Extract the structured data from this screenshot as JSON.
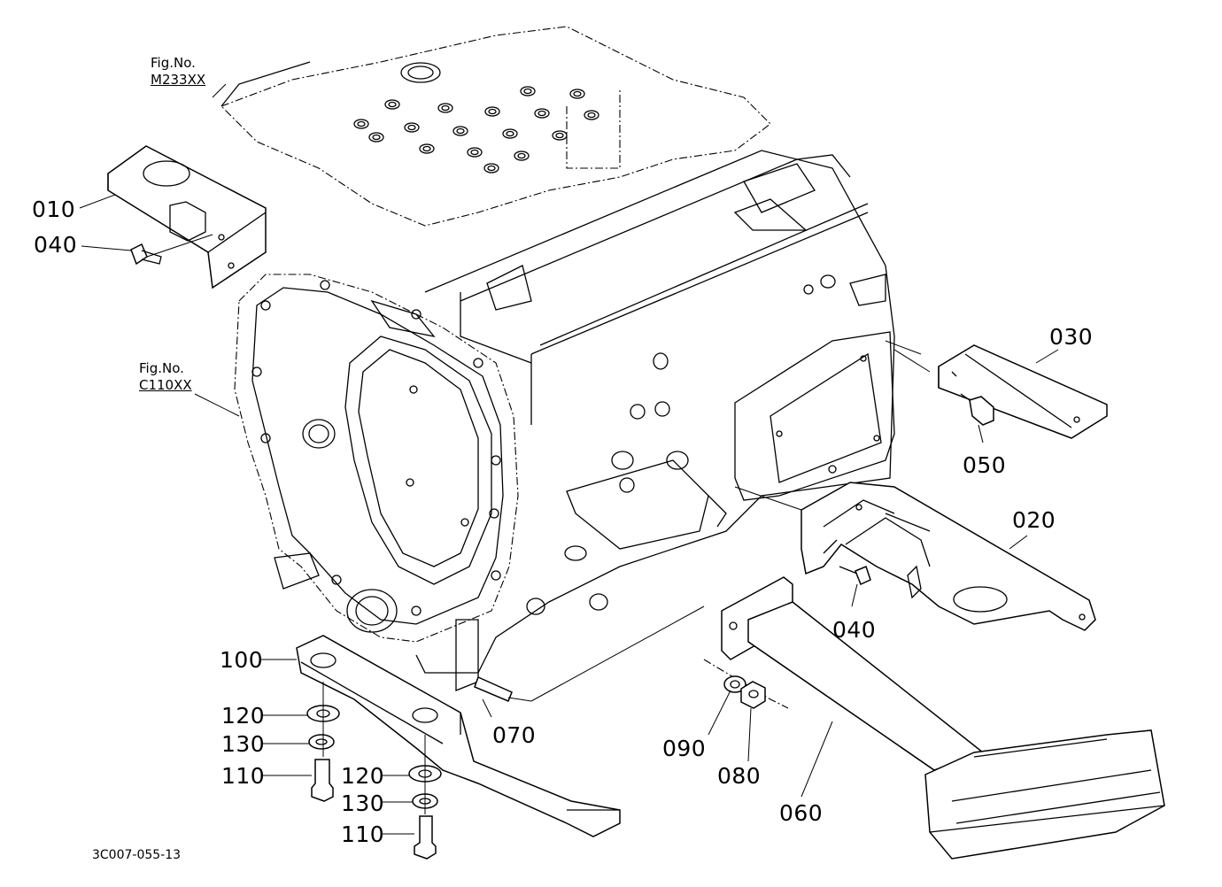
{
  "figure_refs": [
    {
      "line1": "Fig.No.",
      "line2": "M233XX"
    },
    {
      "line1": "Fig.No.",
      "line2": "C110XX"
    }
  ],
  "callouts": {
    "c010": "010",
    "c040a": "040",
    "c030": "030",
    "c050": "050",
    "c020": "020",
    "c040b": "040",
    "c100": "100",
    "c120a": "120",
    "c130a": "130",
    "c110a": "110",
    "c120b": "120",
    "c130b": "130",
    "c110b": "110",
    "c070": "070",
    "c090": "090",
    "c080": "080",
    "c060": "060"
  },
  "drawing_code": "3C007-055-13"
}
